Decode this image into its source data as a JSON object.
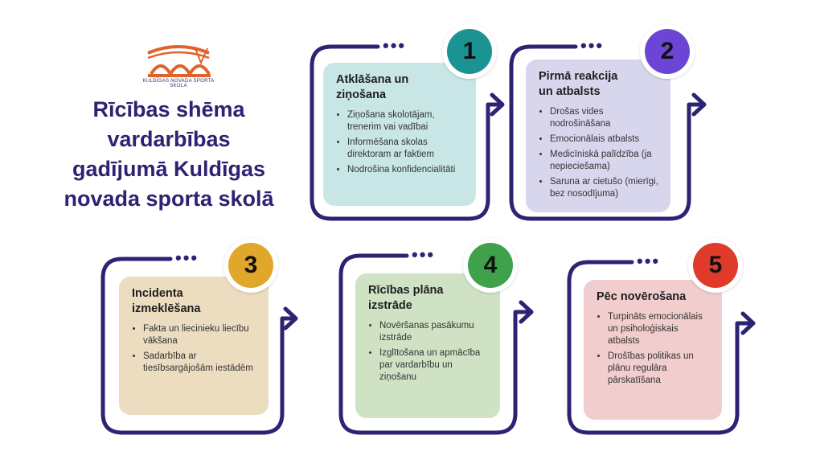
{
  "header": {
    "logo_text": "KULDĪGAS NOVADA SPORTA SKOLA",
    "title_lines": [
      "Rīcības shēma",
      "vardarbības",
      "gadījumā Kuldīgas",
      "novada sporta skolā"
    ]
  },
  "colors": {
    "frame": "#2c2373",
    "title": "#2c2373",
    "logo": "#e0632a"
  },
  "steps": [
    {
      "number": "1",
      "title_lines": [
        "Atklāšana un",
        "ziņošana"
      ],
      "items": [
        "Ziņošana skolotājam, trenerim vai vadībai",
        "Informēšana skolas direktoram ar faktiem",
        "Nodrošina konfidencialitāti"
      ],
      "card_color": "#c9e6e6",
      "badge_color": "#1c9393"
    },
    {
      "number": "2",
      "title_lines": [
        "Pirmā reakcija",
        "un atbalsts"
      ],
      "items": [
        "Drošas vides nodrošināšana",
        "Emocionālais atbalsts",
        "Medicīniskā palīdzība (ja nepieciešama)",
        "Saruna ar cietušo (mierīgi, bez nosodījuma)"
      ],
      "card_color": "#d8d6ed",
      "badge_color": "#6d45d6"
    },
    {
      "number": "3",
      "title_lines": [
        "Incidenta",
        "izmeklēšana"
      ],
      "items": [
        "Fakta un liecinieku liecību vākšana",
        "Sadarbība ar tiesībsargājošām iestādēm"
      ],
      "card_color": "#ecdcc0",
      "badge_color": "#e0a72b"
    },
    {
      "number": "4",
      "title_lines": [
        "Rīcības plāna",
        "izstrāde"
      ],
      "items": [
        "Novēršanas pasākumu izstrāde",
        "Izglītošana un apmācība par vardarbību un ziņošanu"
      ],
      "card_color": "#cfe3c4",
      "badge_color": "#3fa24a"
    },
    {
      "number": "5",
      "title_lines": [
        "Pēc novērošana"
      ],
      "items": [
        "Turpināts emocionālais un psiholoģiskais atbalsts",
        "Drošības politikas un plānu regulāra pārskatīšana"
      ],
      "card_color": "#f1cdcd",
      "badge_color": "#e03a2a"
    }
  ]
}
